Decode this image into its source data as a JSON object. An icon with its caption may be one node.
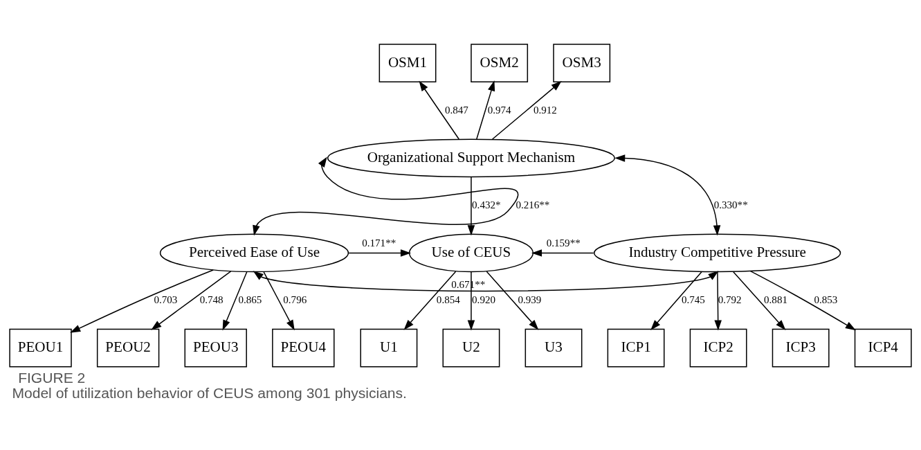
{
  "diagram": {
    "title": "FIGURE 2",
    "caption": "Model of utilization behavior of CEUS among 301 physicians.",
    "nodes": [
      {
        "text": [
          "OSM1"
        ]
      },
      {
        "text": [
          "OSM2"
        ]
      },
      {
        "text": [
          "OSM3"
        ]
      },
      {
        "text": [
          "Organizational Support Mechanism"
        ]
      },
      {
        "text": [
          "PEOU1"
        ]
      },
      {
        "text": [
          "PEOU2"
        ]
      },
      {
        "text": [
          "PEOU3"
        ]
      },
      {
        "text": [
          "PEOU4"
        ]
      },
      {
        "text": [
          "Perceived Ease of Use"
        ]
      },
      {
        "text": [
          "Use of CEUS"
        ]
      },
      {
        "text": [
          "Industry Competitive Pressure"
        ]
      },
      {
        "text": [
          "ICP1"
        ]
      },
      {
        "text": [
          "ICP2"
        ]
      },
      {
        "text": [
          "ICP3"
        ]
      },
      {
        "text": [
          "ICP4"
        ]
      },
      {
        "text": [
          "U1"
        ]
      },
      {
        "text": [
          "U2"
        ]
      },
      {
        "text": [
          "U3"
        ]
      }
    ],
    "edges": [
      {
        "from": 3,
        "to": 0,
        "arrow": "to",
        "label": "0.847"
      },
      {
        "from": 3,
        "to": 1,
        "arrow": "to",
        "label": "0.974"
      },
      {
        "from": 3,
        "to": 2,
        "arrow": "to",
        "label": "0.912"
      },
      {
        "from": 8,
        "to": 3,
        "arrow": "both",
        "label": "0.216**"
      },
      {
        "from": 10,
        "to": 3,
        "arrow": "both",
        "label": "0.330**"
      },
      {
        "from": 8,
        "to": 4,
        "arrow": "to",
        "label": "0.703"
      },
      {
        "from": 8,
        "to": 5,
        "arrow": "to",
        "label": "0.748"
      },
      {
        "from": 8,
        "to": 6,
        "arrow": "to",
        "label": "0.865"
      },
      {
        "from": 8,
        "to": 7,
        "arrow": "to",
        "label": "0.796"
      },
      {
        "from": 3,
        "to": 9,
        "arrow": "to",
        "label": "0.432*"
      },
      {
        "from": 8,
        "to": 9,
        "arrow": "to",
        "label": "0.171**"
      },
      {
        "from": 10,
        "to": 9,
        "arrow": "to",
        "label": "0.159**"
      },
      {
        "from": 10,
        "to": 11,
        "arrow": "to",
        "label": "0.745"
      },
      {
        "from": 10,
        "to": 12,
        "arrow": "to",
        "label": "0.792"
      },
      {
        "from": 10,
        "to": 13,
        "arrow": "to",
        "label": "0.881"
      },
      {
        "from": 10,
        "to": 14,
        "arrow": "to",
        "label": "0.853"
      },
      {
        "from": 9,
        "to": 15,
        "arrow": "to",
        "label": "0.854"
      },
      {
        "from": 9,
        "to": 16,
        "arrow": "to",
        "label": "0.920"
      },
      {
        "from": 9,
        "to": 17,
        "arrow": "to",
        "label": "0.939"
      },
      {
        "from": 8,
        "to": 10,
        "arrow": "both",
        "label": "0.671**"
      }
    ]
  }
}
